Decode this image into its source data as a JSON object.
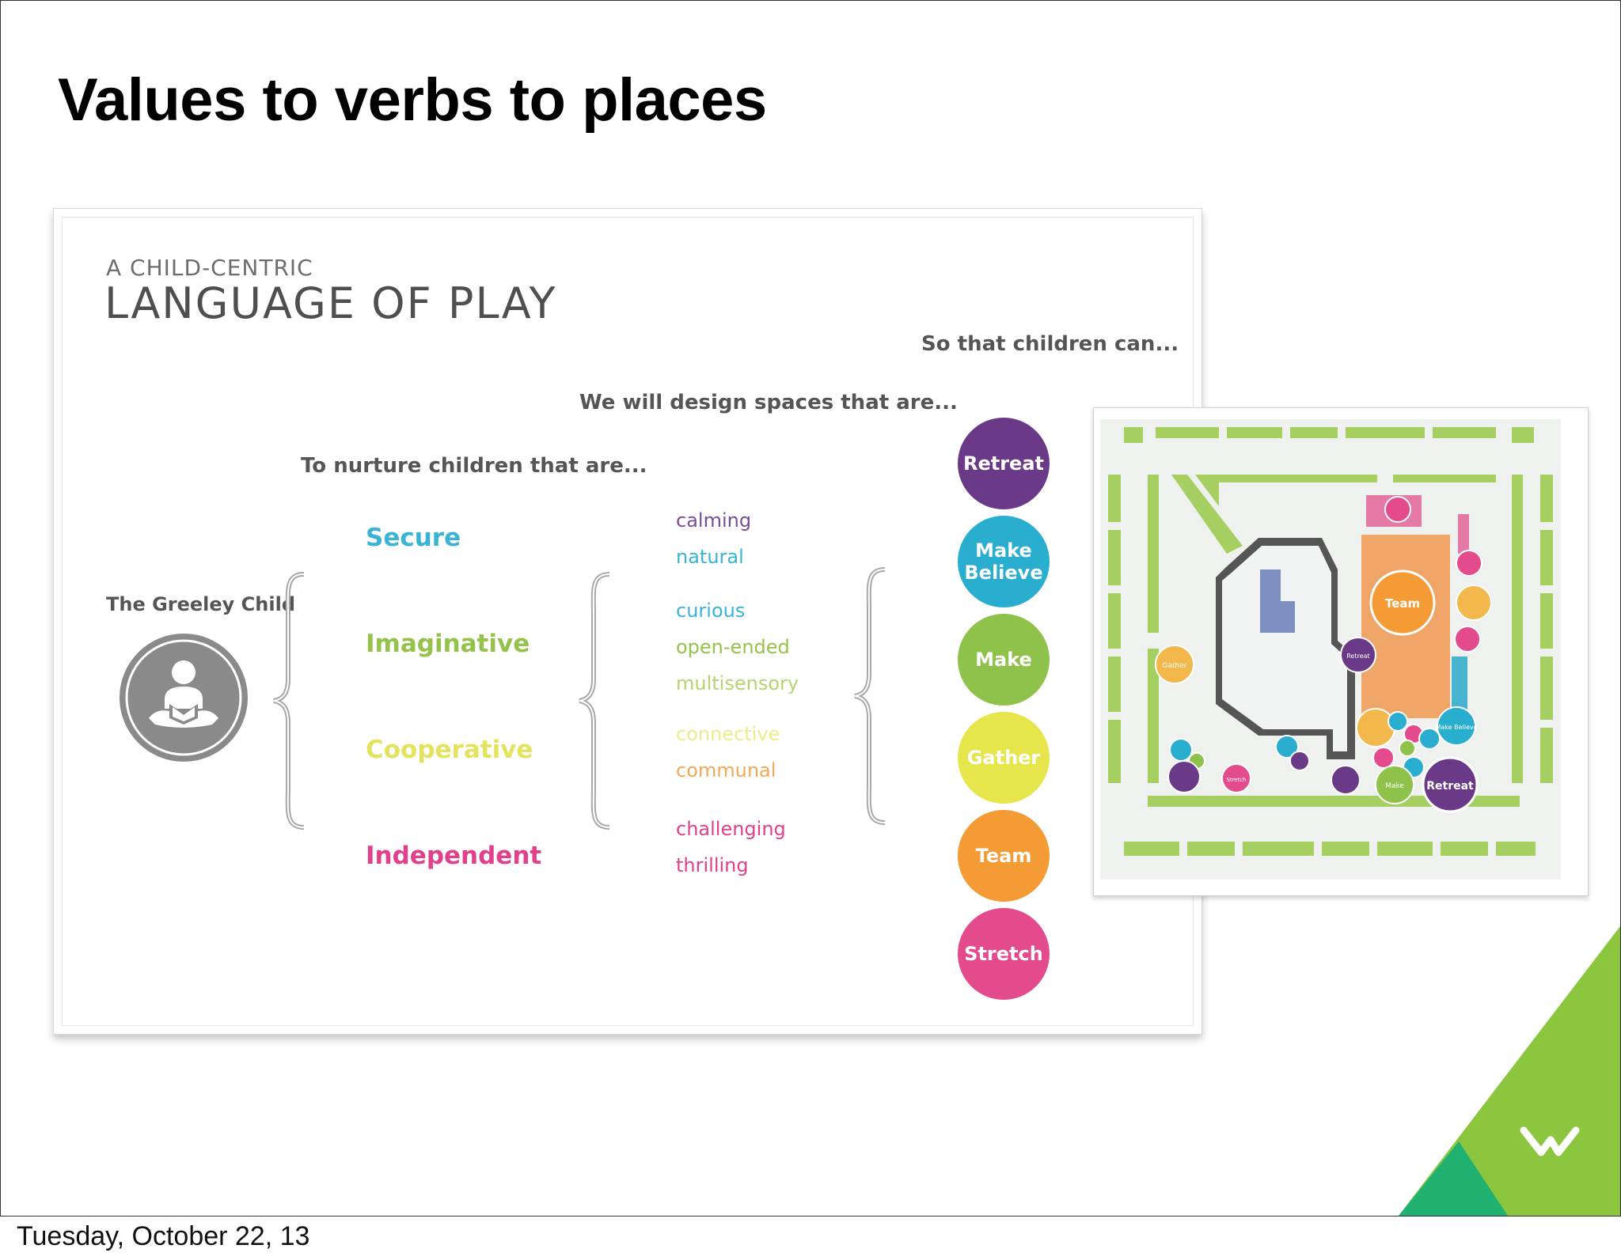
{
  "slide": {
    "title": "Values to verbs to places",
    "date": "Tuesday, October 22, 13"
  },
  "panel": {
    "heading_small": "A CHILD-CENTRIC",
    "heading_big": "LANGUAGE OF PLAY",
    "hint_children_can": "So that children can...",
    "hint_design_spaces": "We will design spaces that are...",
    "hint_nurture": "To nurture children that are...",
    "child_label": "The Greeley Child",
    "values": [
      {
        "label": "Secure",
        "color": "#3ab3d4"
      },
      {
        "label": "Imaginative",
        "color": "#95c24b"
      },
      {
        "label": "Cooperative",
        "color": "#e3e35d"
      },
      {
        "label": "Independent",
        "color": "#e0418a"
      }
    ],
    "adjectives": [
      {
        "label": "calming",
        "color": "#7a4d96"
      },
      {
        "label": "natural",
        "color": "#3ab3d4"
      },
      {
        "label": "curious",
        "color": "#3ab3d4"
      },
      {
        "label": "open-ended",
        "color": "#95c24b"
      },
      {
        "label": "multisensory",
        "color": "#b6d36f"
      },
      {
        "label": "connective",
        "color": "#ecec8a"
      },
      {
        "label": "communal",
        "color": "#f3a857"
      },
      {
        "label": "challenging",
        "color": "#e0418a"
      },
      {
        "label": "thrilling",
        "color": "#e0418a"
      }
    ],
    "verbs": [
      {
        "label": "Retreat",
        "color": "#6a3a89"
      },
      {
        "label": "Make Believe",
        "color": "#2aaed0"
      },
      {
        "label": "Make",
        "color": "#8fc24a"
      },
      {
        "label": "Gather",
        "color": "#e6e54c"
      },
      {
        "label": "Team",
        "color": "#f49b35"
      },
      {
        "label": "Stretch",
        "color": "#e44b8d"
      }
    ]
  },
  "map": {
    "labels": {
      "team": "Team",
      "gather": "Gather",
      "retreat": "Retreat",
      "make": "Make",
      "make_believe": "Make Believe",
      "stretch": "Stretch"
    }
  },
  "colors": {
    "accent_green": "#8cc63f",
    "accent_teal": "#21b272",
    "brace": "#a8a8a8",
    "child_icon": "#8a8a8a"
  },
  "icons": {
    "child": "person-reading-icon",
    "logo": "w-logo-icon"
  }
}
